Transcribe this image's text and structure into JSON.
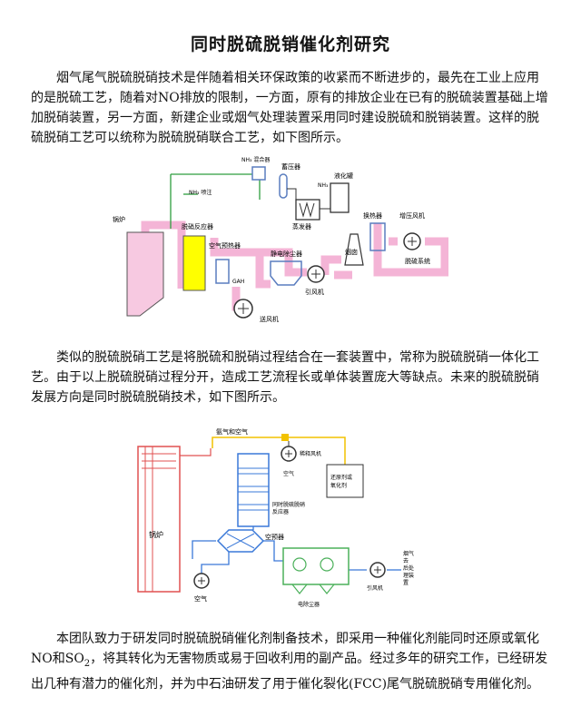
{
  "title": "同时脱硫脱销催化剂研究",
  "paragraph1": "烟气尾气脱硫脱硝技术是伴随着相关环保政策的收紧而不断进步的，最先在工业上应用的是脱硫工艺，随着对NO排放的限制，一方面，原有的排放企业在已有的脱硫装置基础上增加脱硝装置，另一方面，新建企业或烟气处理装置采用同时建设脱硫和脱销装置。这样的脱硫脱硝工艺可以统称为脱硫脱硝联合工艺，如下图所示。",
  "figure1": {
    "labels": {
      "nh3_mixer": "NH₃ 混合器",
      "accumulator": "蓄压器",
      "nh3": "NH₃",
      "liquefied_tank": "液化罐",
      "nh3_injection": "NH₃ 喷注",
      "evaporator": "蒸发器",
      "boiler": "锅炉",
      "denox_reactor": "脱硝反应器",
      "air_preheater": "空气预热器",
      "heat_exchanger": "换热器",
      "booster_fan": "增压风机",
      "esp": "静电除尘器",
      "chimney": "烟囱",
      "desulfur_system": "脱硫系统",
      "gah": "GAH",
      "induced_fan": "引风机",
      "forced_fan": "送风机"
    }
  },
  "paragraph2": "类似的脱硫脱硝工艺是将脱硫和脱硝过程结合在一套装置中，常称为脱硫脱硝一体化工艺。由于以上脱硫脱硝过程分开，造成工艺流程长或单体装置庞大等缺点。未来的脱硫脱硝发展方向是同时脱硫脱硝技术，如下图所示。",
  "figure2": {
    "labels": {
      "ammonia_air": "氨气和空气",
      "dilution_fan": "稀释风机",
      "air_top": "空气",
      "reductant": "还原剂或氧化剂",
      "reactor": "同时脱硫脱硝反应器",
      "boiler": "锅炉",
      "air_preheater": "空预器",
      "air_bottom": "空气",
      "precipitator": "电除尘器",
      "induced_fan": "引风机",
      "flue_gas": "烟气去后处理装置"
    }
  },
  "paragraph3": {
    "part1": "本团队致力于研发同时脱硫脱硝催化剂制备技术，即采用一种催化剂能同时还原或氧化NO和SO",
    "sub": "2",
    "part2": "，将其转化为无害物质或易于回收利用的副产品。经过多年的研究工作，已经研发出几种有潜力的催化剂，并为中石油研发了用于催化裂化(FCC)尾气脱硫脱硝专用催化剂。"
  },
  "colors": {
    "flue": "#f4b4d6",
    "boiler_fill": "#f7c9e1",
    "reactor_fill": "#ffff00",
    "equipment": "#5a7dbf",
    "pipe_green": "#2e9e3e",
    "fig2_red": "#e05050",
    "fig2_yellow": "#f2c200",
    "fig2_blue": "#3a78d8",
    "fig2_green": "#4bb05a"
  }
}
